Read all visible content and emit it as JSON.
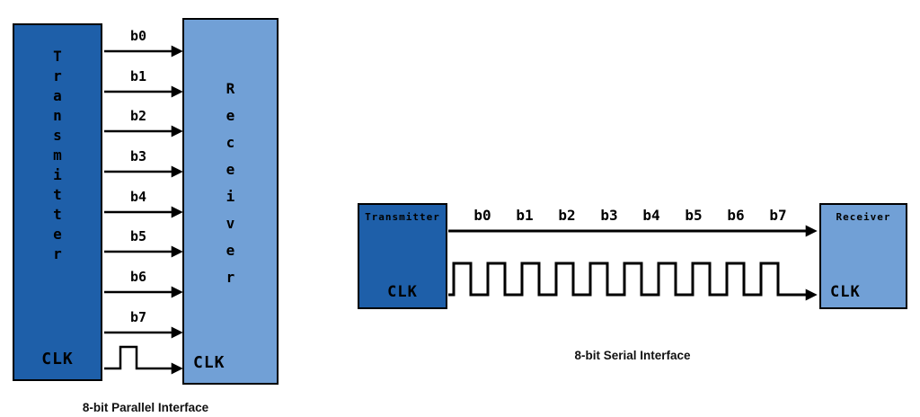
{
  "colors": {
    "transmitter_fill": "#1e5fa9",
    "receiver_fill": "#71a0d6",
    "stroke": "#000000"
  },
  "parallel": {
    "transmitter": {
      "label": "Transmitter",
      "clk": "CLK"
    },
    "receiver": {
      "label": "Receiver",
      "clk": "CLK"
    },
    "bits": [
      "b0",
      "b1",
      "b2",
      "b3",
      "b4",
      "b5",
      "b6",
      "b7"
    ],
    "caption": "8-bit Parallel Interface"
  },
  "serial": {
    "transmitter": {
      "label": "Transmitter",
      "clk": "CLK"
    },
    "receiver": {
      "label": "Receiver",
      "clk": "CLK"
    },
    "bits": [
      "b0",
      "b1",
      "b2",
      "b3",
      "b4",
      "b5",
      "b6",
      "b7"
    ],
    "caption": "8-bit Serial Interface"
  }
}
